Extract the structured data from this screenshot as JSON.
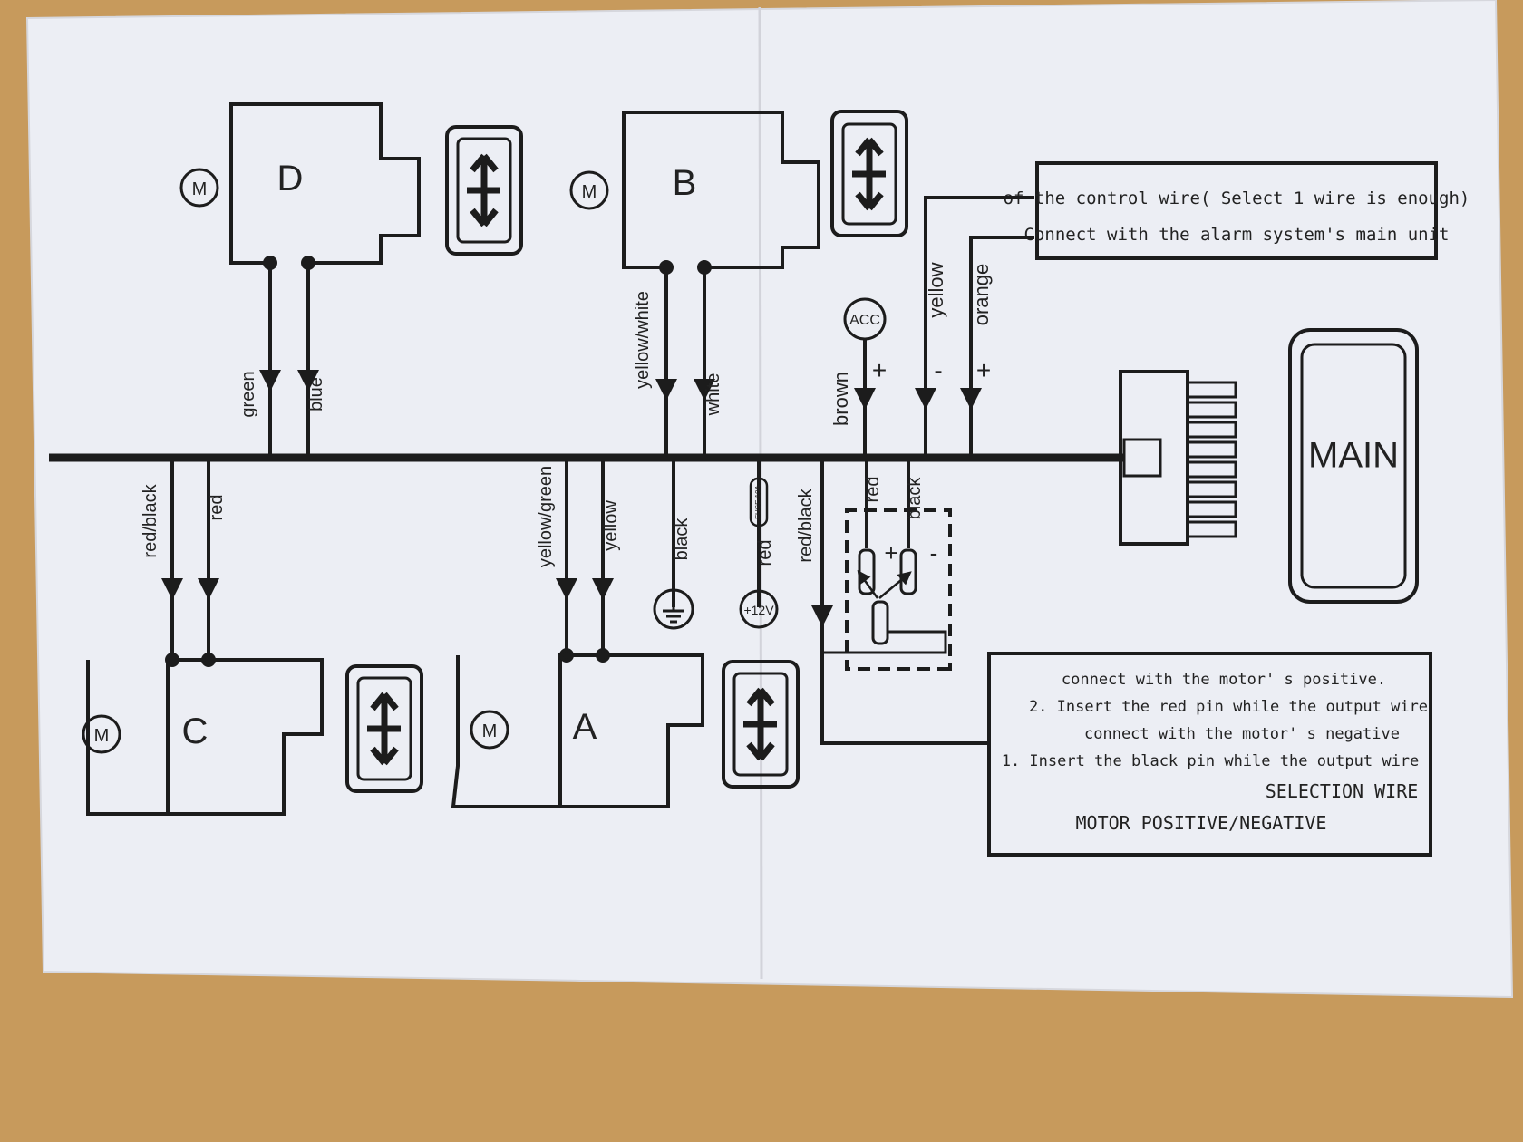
{
  "colors": {
    "table_wood": "#c79a5c",
    "paper": "#eceef4",
    "ink": "#1c1c1c",
    "dashed_box": "#1c1c1c"
  },
  "diagram": {
    "main_unit_label": "MAIN",
    "alarm_note": {
      "line1": "Connect with the alarm system's main unit",
      "line2": "of the control wire( Select 1 wire is enough)"
    },
    "motor_note": {
      "title1": "MOTOR  POSITIVE/NEGATIVE",
      "title2": "SELECTION WIRE",
      "line1": "1. Insert the black pin while the output wire",
      "line2": "connect with the motor' s negative",
      "line3": "2. Insert the red pin while the output wire",
      "line4": "connect with the motor' s positive."
    },
    "doors": {
      "D": "D",
      "B": "B",
      "C": "C",
      "A": "A"
    },
    "motor_symbol": "M",
    "polarity": {
      "plus": "+",
      "minus": "-"
    },
    "wires": {
      "green": "green",
      "blue": "blue",
      "yellow_white": "yellow/white",
      "white": "white",
      "brown": "brown",
      "yellow_ctrl": "yellow",
      "orange": "orange",
      "red_black_c": "red/black",
      "red_c": "red",
      "yellow_green": "yellow/green",
      "yellow_a": "yellow",
      "black_ground": "black",
      "red_power": "red",
      "red_black_sel": "red/black",
      "red_sel": "red",
      "black_sel": "black"
    },
    "terminals": {
      "acc": "ACC",
      "power": "+12V",
      "fuse": "FUSE 10A"
    }
  }
}
